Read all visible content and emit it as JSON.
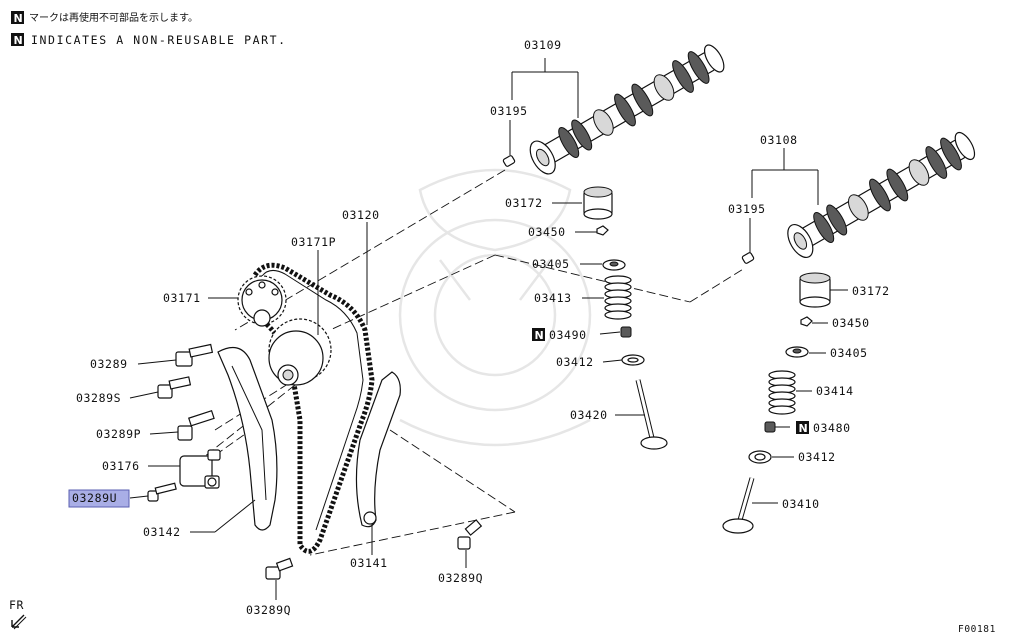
{
  "notice": {
    "badge": "N",
    "japanese": "マークは再使用不可部品を示します。",
    "english": "INDICATES A NON-REUSABLE PART."
  },
  "parts": {
    "p03109": "03109",
    "p03195_a": "03195",
    "p03108": "03108",
    "p03195_b": "03195",
    "p03172_a": "03172",
    "p03172_b": "03172",
    "p03450_a": "03450",
    "p03450_b": "03450",
    "p03405_a": "03405",
    "p03405_b": "03405",
    "p03413": "03413",
    "p03414": "03414",
    "p03490": "03490",
    "p03480": "03480",
    "p03412_a": "03412",
    "p03412_b": "03412",
    "p03420": "03420",
    "p03410": "03410",
    "p03120": "03120",
    "p03171P": "03171P",
    "p03171": "03171",
    "p03289": "03289",
    "p03289S": "03289S",
    "p03289P": "03289P",
    "p03176": "03176",
    "p03289U": "03289U",
    "p03142": "03142",
    "p03141": "03141",
    "p03289Q_a": "03289Q",
    "p03289Q_b": "03289Q"
  },
  "highlight": {
    "part": "03289U",
    "color": "#a9aee6"
  },
  "footer": {
    "direction": "FR",
    "figure_id": "F00181"
  },
  "colors": {
    "line": "#111111",
    "badge_bg": "#111111",
    "watermark": "#e6e6e6"
  }
}
